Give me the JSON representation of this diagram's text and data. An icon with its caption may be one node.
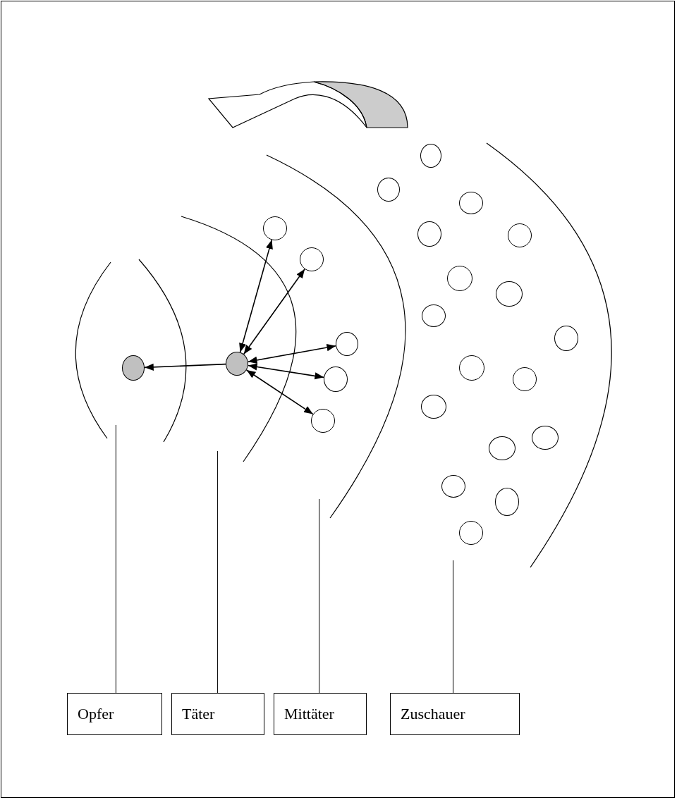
{
  "diagram": {
    "nodes": [
      {
        "text": [
          "Opfer"
        ]
      },
      {
        "text": [
          "Täter"
        ]
      },
      {
        "text": [
          "Mittäter"
        ]
      },
      {
        "text": [
          "Zuschauer"
        ]
      },
      {
        "text": [],
        "shape": "circle"
      },
      {
        "text": [],
        "shape": "circle"
      },
      {
        "text": [],
        "shape": "circle"
      },
      {
        "text": [],
        "shape": "circle"
      },
      {
        "text": [],
        "shape": "circle"
      },
      {
        "text": [],
        "shape": "circle"
      },
      {
        "text": [],
        "shape": "circle"
      },
      {
        "text": [],
        "shape": "circle"
      },
      {
        "text": [],
        "shape": "circle"
      },
      {
        "text": [],
        "shape": "circle"
      },
      {
        "text": [],
        "shape": "circle"
      },
      {
        "text": [],
        "shape": "circle"
      },
      {
        "text": [],
        "shape": "circle"
      },
      {
        "text": [],
        "shape": "circle"
      },
      {
        "text": [],
        "shape": "circle"
      },
      {
        "text": [],
        "shape": "circle"
      },
      {
        "text": [],
        "shape": "circle"
      },
      {
        "text": [],
        "shape": "circle"
      },
      {
        "text": [],
        "shape": "circle"
      },
      {
        "text": [],
        "shape": "circle"
      },
      {
        "text": [],
        "shape": "circle"
      },
      {
        "text": [],
        "shape": "circle"
      },
      {
        "text": [],
        "shape": "circle"
      },
      {
        "text": [],
        "shape": "circle"
      }
    ],
    "edges": [
      {
        "from": 0,
        "to": null,
        "arrow": "none"
      },
      {
        "from": 1,
        "to": null,
        "arrow": "none"
      },
      {
        "from": 2,
        "to": null,
        "arrow": "none"
      },
      {
        "from": 3,
        "to": null,
        "arrow": "none"
      },
      {
        "from": 5,
        "to": 4,
        "arrow": "to"
      },
      {
        "from": 5,
        "to": 6,
        "arrow": "both"
      },
      {
        "from": 5,
        "to": 7,
        "arrow": "both"
      },
      {
        "from": 5,
        "to": 8,
        "arrow": "both"
      },
      {
        "from": 5,
        "to": 9,
        "arrow": "both"
      },
      {
        "from": 5,
        "to": 10,
        "arrow": "both"
      }
    ]
  }
}
